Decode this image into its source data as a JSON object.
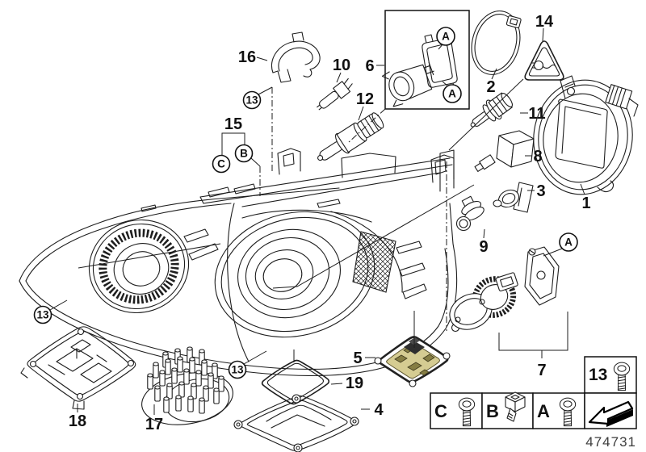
{
  "diagram": {
    "drawing_number": "474731",
    "callouts": {
      "1": "1",
      "2": "2",
      "3": "3",
      "4": "4",
      "5": "5",
      "6": "6",
      "7": "7",
      "8": "8",
      "9": "9",
      "10": "10",
      "11": "11",
      "12": "12",
      "13": "13",
      "14": "14",
      "15": "15",
      "16": "16",
      "17": "17",
      "18": "18",
      "19": "19"
    },
    "letter_callouts": {
      "A": "A",
      "B": "B",
      "C": "C"
    },
    "legend": {
      "screw_box_label": "13",
      "items": [
        {
          "label": "C",
          "icon": "screw-icon"
        },
        {
          "label": "B",
          "icon": "clip-nut-icon"
        },
        {
          "label": "A",
          "icon": "screw-icon"
        },
        {
          "label": "",
          "icon": "direction-arrow-icon"
        }
      ]
    },
    "colors": {
      "line": "#1e1e1e",
      "background": "#ffffff",
      "pcb": "#d5cc92",
      "pcb_component": "#857d43",
      "connector": "#2e2e2e"
    }
  }
}
